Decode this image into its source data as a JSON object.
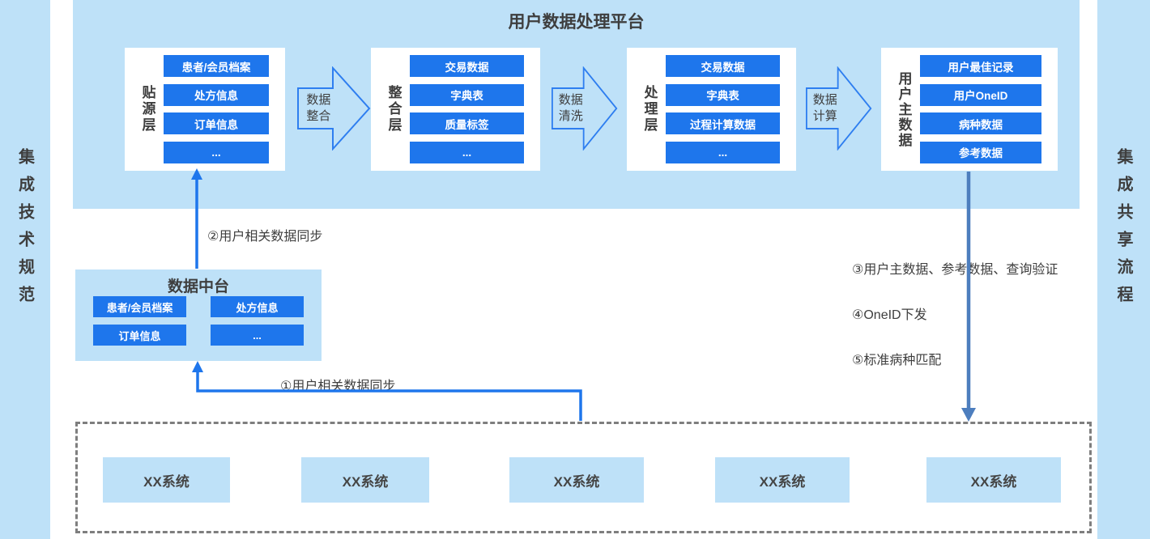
{
  "left_rail": {
    "label": "集成技术规范"
  },
  "right_rail": {
    "label": "集成共享流程"
  },
  "platform": {
    "title": "用户数据处理平台",
    "layers": [
      {
        "label": "贴源层",
        "items": [
          "患者/会员档案",
          "处方信息",
          "订单信息",
          "..."
        ]
      },
      {
        "label": "整合层",
        "items": [
          "交易数据",
          "字典表",
          "质量标签",
          "..."
        ]
      },
      {
        "label": "处理层",
        "items": [
          "交易数据",
          "字典表",
          "过程计算数据",
          "..."
        ]
      },
      {
        "label": "用户主数据",
        "items": [
          "用户最佳记录",
          "用户OneID",
          "病种数据",
          "参考数据"
        ]
      }
    ],
    "process_arrows": [
      {
        "line1": "数据",
        "line2": "整合"
      },
      {
        "line1": "数据",
        "line2": "清洗"
      },
      {
        "line1": "数据",
        "line2": "计算"
      }
    ]
  },
  "data_middle_platform": {
    "title": "数据中台",
    "items": [
      "患者/会员档案",
      "处方信息",
      "订单信息",
      "..."
    ]
  },
  "flow_labels": {
    "step1": "①用户相关数据同步",
    "step2": "②用户相关数据同步",
    "step3": "③用户主数据、参考数据、查询验证",
    "step4": "④OneID下发",
    "step5": "⑤标准病种匹配"
  },
  "source_systems": {
    "items": [
      "XX系统",
      "XX系统",
      "XX系统",
      "XX系统",
      "XX系统"
    ]
  },
  "colors": {
    "panel_light_blue": "#bee1f8",
    "item_blue": "#1e76ec",
    "arrow_outline_blue": "#2e7ef0",
    "sync_line_blue": "#1e76ec",
    "master_line_steel": "#4d7ebe",
    "dash_gray": "#7e7e7e",
    "text_dark": "#3e3e3e"
  }
}
